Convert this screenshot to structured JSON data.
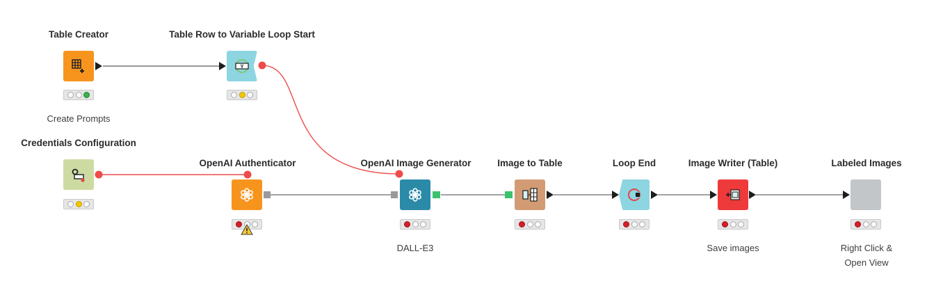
{
  "workflow": {
    "nodes": [
      {
        "id": "table-creator",
        "title": "Table Creator",
        "annotation": "Create Prompts",
        "color": "#f7941e",
        "icon": "table-plus-icon",
        "status": "green"
      },
      {
        "id": "loop-start",
        "title": "Table Row to Variable Loop Start",
        "annotation": "",
        "color": "#8cd5e1",
        "icon": "row-to-variable-icon",
        "status": "yellow"
      },
      {
        "id": "credentials-config",
        "title": "Credentials Configuration",
        "annotation": "",
        "color": "#cddba2",
        "icon": "credentials-icon",
        "status": "yellow"
      },
      {
        "id": "openai-authenticator",
        "title": "OpenAI Authenticator",
        "annotation": "",
        "color": "#f7941e",
        "icon": "openai-icon",
        "status": "red",
        "warning": true
      },
      {
        "id": "openai-image-generator",
        "title": "OpenAI Image Generator",
        "annotation": "DALL-E3",
        "color": "#2b8aa8",
        "icon": "openai-icon",
        "status": "red"
      },
      {
        "id": "image-to-table",
        "title": "Image to Table",
        "annotation": "",
        "color": "#d29b74",
        "icon": "image-to-table-icon",
        "status": "red"
      },
      {
        "id": "loop-end",
        "title": "Loop End",
        "annotation": "",
        "color": "#8cd5e1",
        "icon": "loop-end-icon",
        "status": "red"
      },
      {
        "id": "image-writer",
        "title": "Image Writer (Table)",
        "annotation": "Save images",
        "color": "#ee3a3a",
        "icon": "image-writer-icon",
        "status": "red"
      },
      {
        "id": "labeled-images",
        "title": "Labeled Images",
        "annotation": "Right Click &\nOpen View",
        "color": "#c3c6c8",
        "icon": "view-icon",
        "status": "red"
      }
    ],
    "connections": [
      {
        "from": "table-creator",
        "to": "loop-start",
        "kind": "data"
      },
      {
        "from": "loop-start",
        "to": "openai-image-generator",
        "kind": "variable"
      },
      {
        "from": "credentials-config",
        "to": "openai-authenticator",
        "kind": "variable"
      },
      {
        "from": "openai-authenticator",
        "to": "openai-image-generator",
        "kind": "model"
      },
      {
        "from": "openai-image-generator",
        "to": "image-to-table",
        "kind": "data"
      },
      {
        "from": "image-to-table",
        "to": "loop-end",
        "kind": "data"
      },
      {
        "from": "loop-end",
        "to": "image-writer",
        "kind": "data"
      },
      {
        "from": "image-writer",
        "to": "labeled-images",
        "kind": "data"
      }
    ],
    "colors": {
      "data_connection": "#5a5a5a",
      "variable_connection": "#ee4b4b",
      "model_port": "#9a9a9a",
      "data_port": "#2a2a2a",
      "image_port": "#3bc26e"
    }
  }
}
